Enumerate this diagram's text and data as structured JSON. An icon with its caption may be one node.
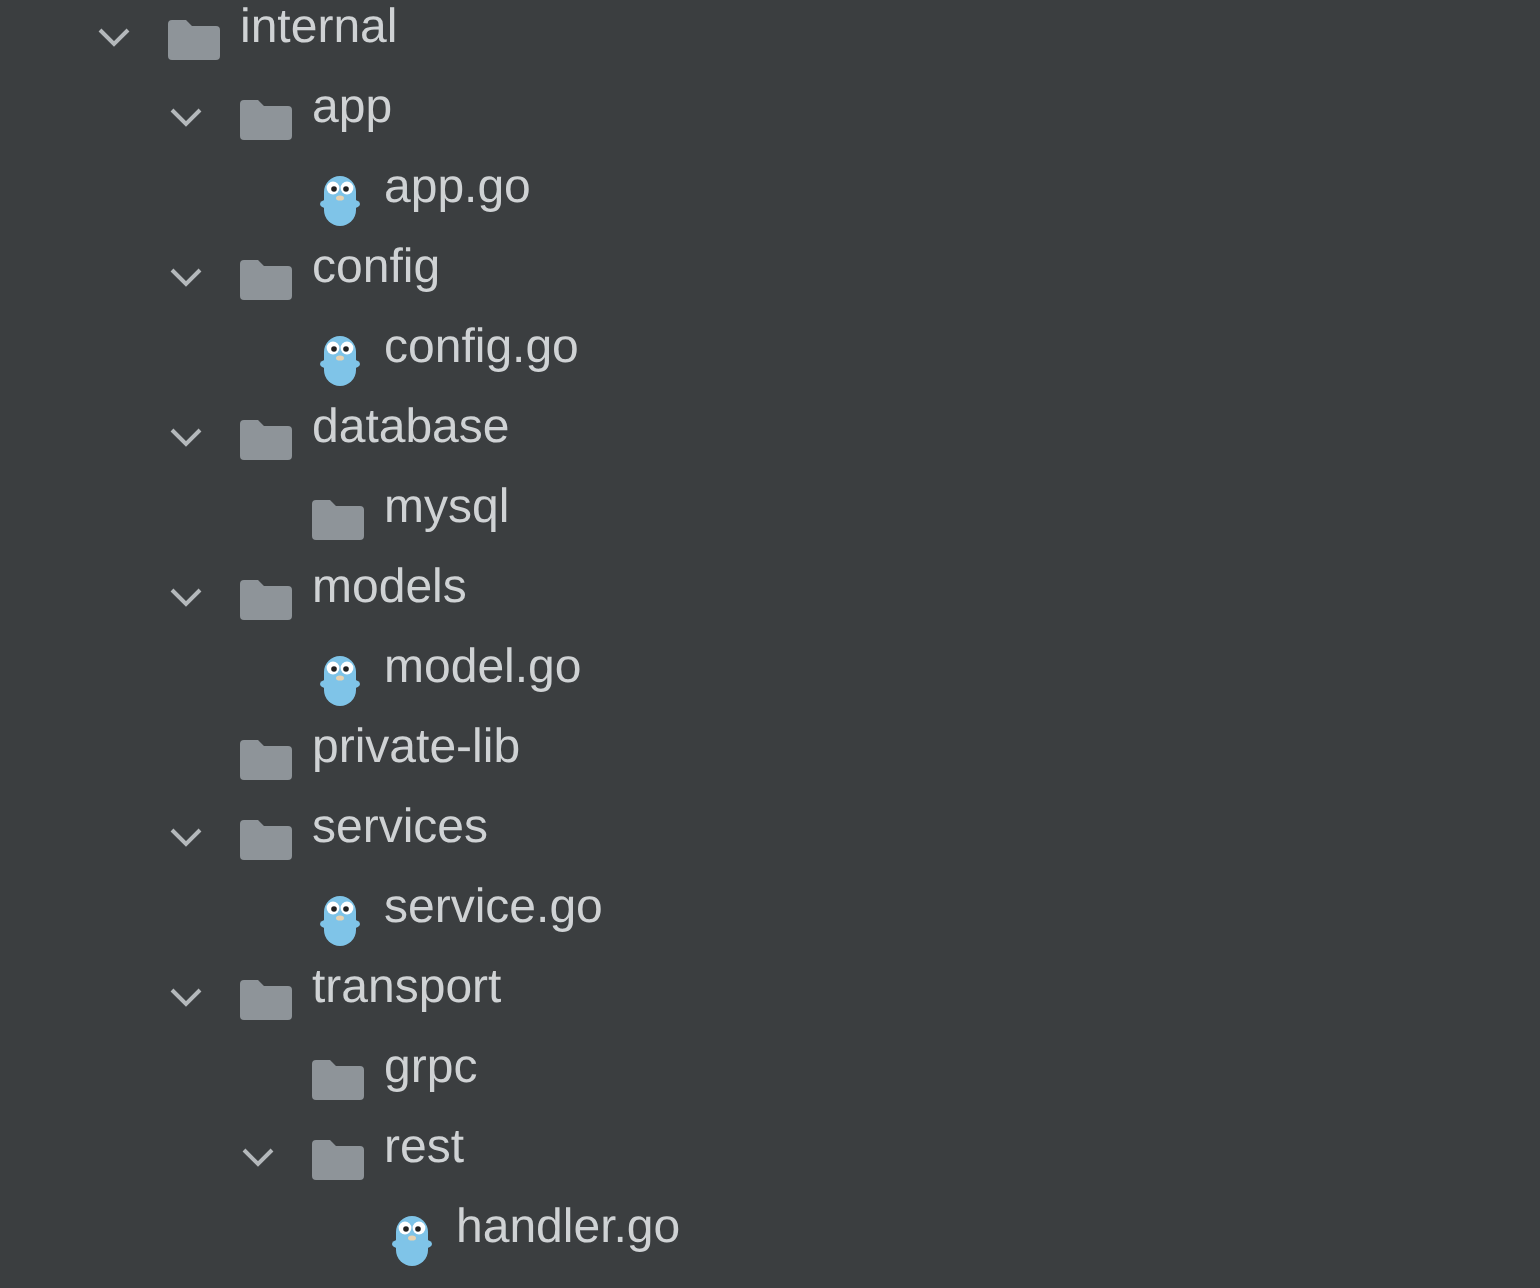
{
  "diagram": {
    "labels": [
      "internal",
      "app",
      "app.go",
      "config",
      "config.go",
      "database",
      "mysql",
      "models",
      "model.go",
      "private-lib",
      "services",
      "service.go",
      "transport",
      "grpc",
      "rest",
      "handler.go"
    ]
  }
}
